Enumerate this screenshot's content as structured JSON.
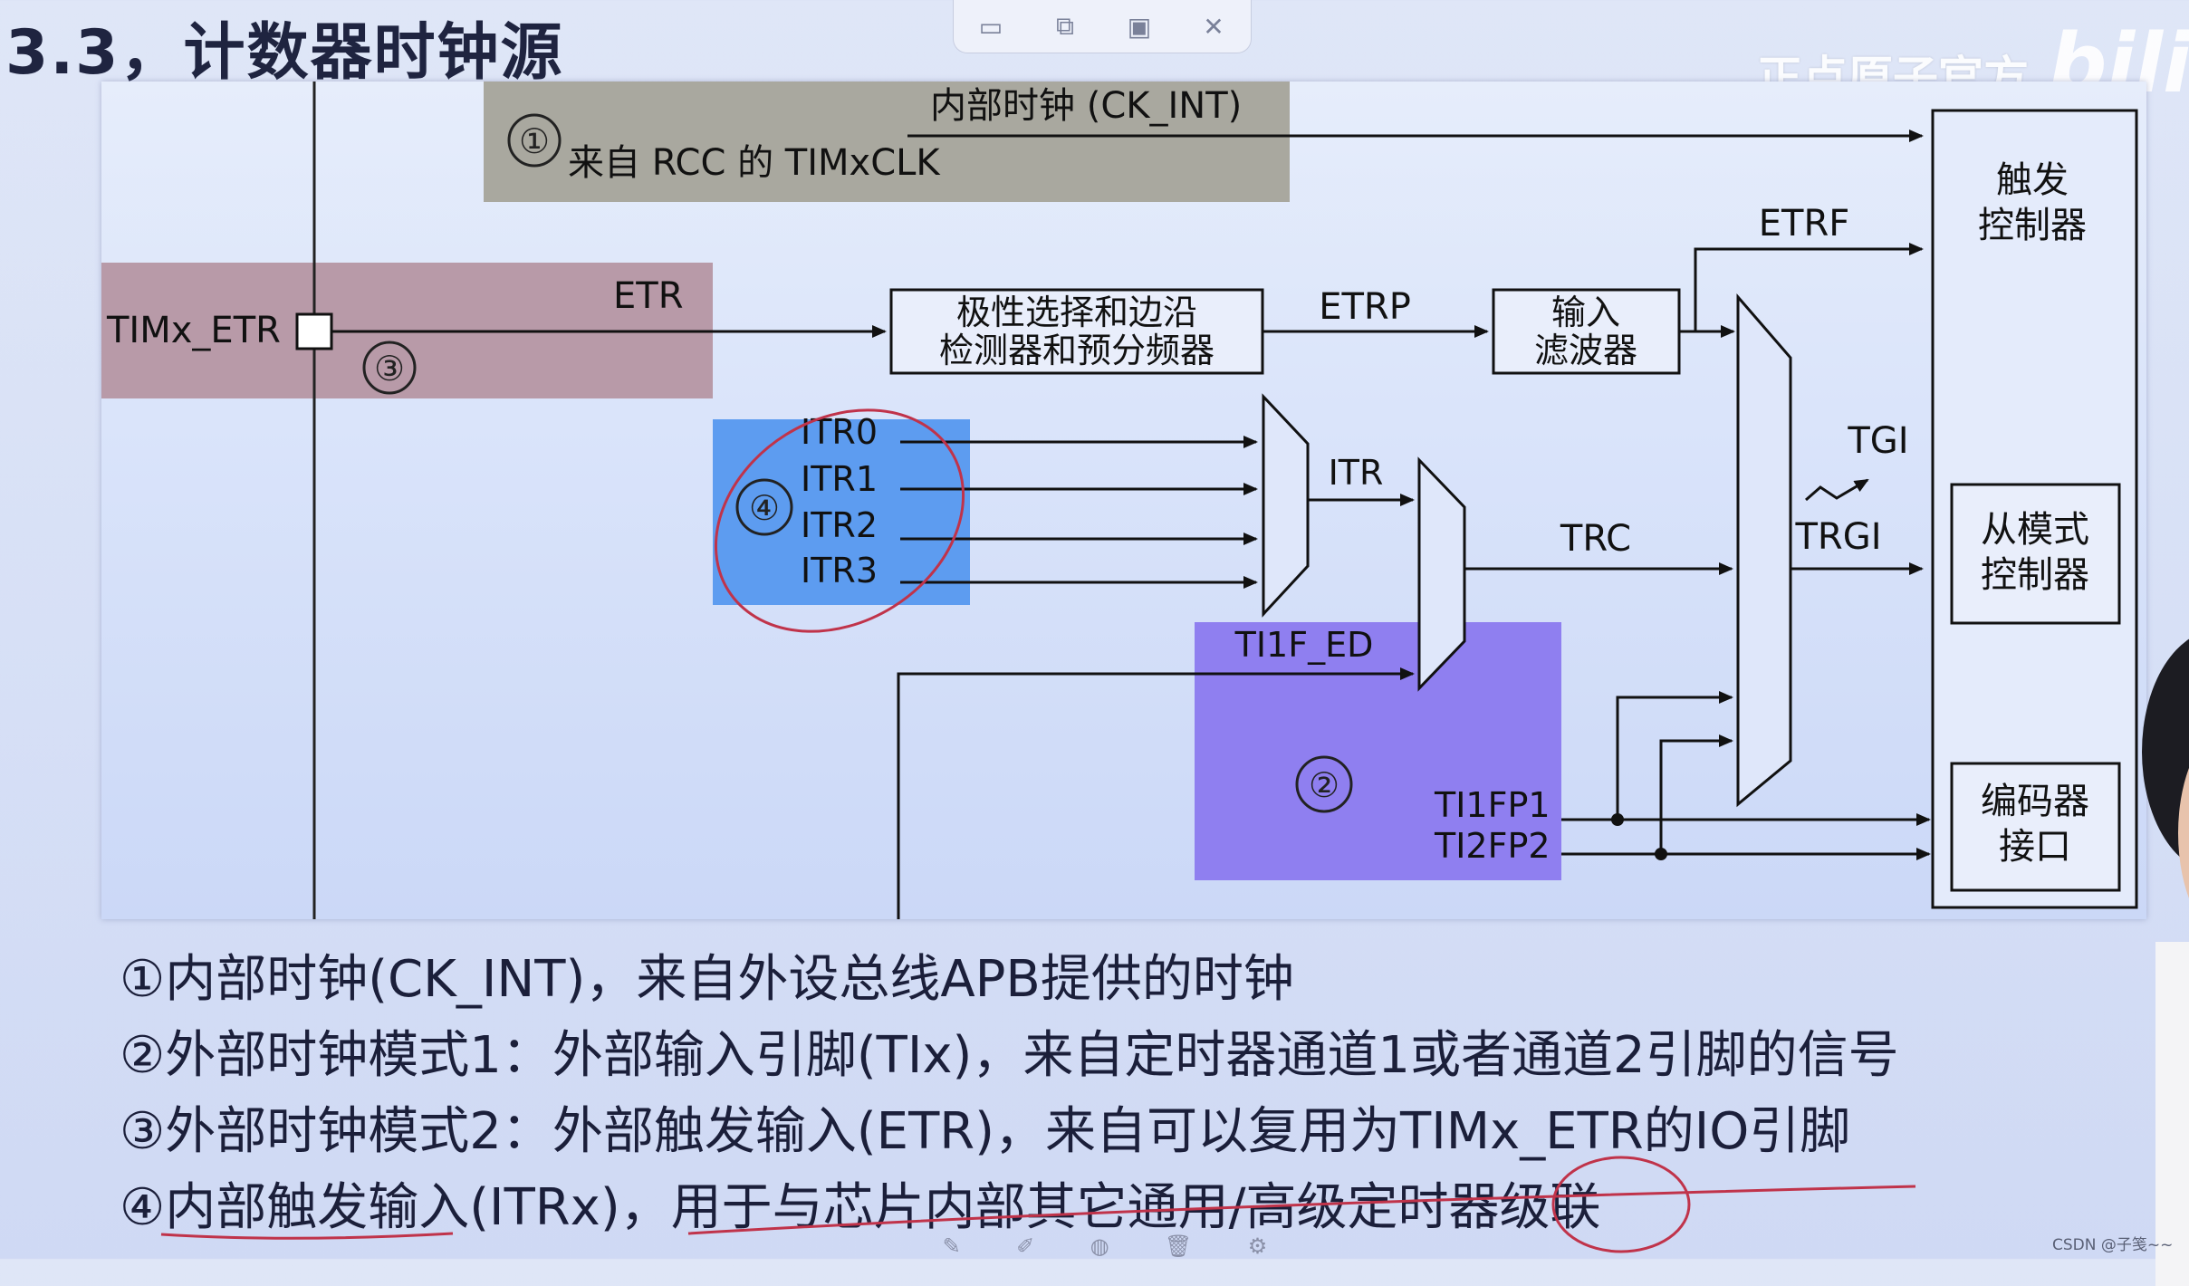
{
  "title": "3.3，计数器时钟源",
  "toolbar": {
    "icons": [
      "window-icon",
      "copy-icon",
      "save-icon",
      "close-icon"
    ]
  },
  "watermark": {
    "text": "正点原子官方",
    "logo": "bilibi"
  },
  "diagram": {
    "src1": {
      "num": "①",
      "ck_int": "内部时钟 (CK_INT)",
      "rcc": "来自 RCC 的 TIMxCLK"
    },
    "src3": {
      "pin": "TIMx_ETR",
      "etr": "ETR",
      "num": "③"
    },
    "polarity_box": {
      "line1": "极性选择和边沿",
      "line2": "检测器和预分频器"
    },
    "etrp": "ETRP",
    "filter_box": {
      "line1": "输入",
      "line2": "滤波器"
    },
    "etrf": "ETRF",
    "src4": {
      "num": "④",
      "itr": [
        "ITR0",
        "ITR1",
        "ITR2",
        "ITR3"
      ]
    },
    "itr_label": "ITR",
    "trc": "TRC",
    "tgi": "TGI",
    "trgi": "TRGI",
    "ti1f_ed": "TI1F_ED",
    "src2": {
      "num": "②",
      "ti1fp1": "TI1FP1",
      "ti2fp2": "TI2FP2"
    },
    "trigger_ctrl": {
      "line1": "触发",
      "line2": "控制器"
    },
    "slave_ctrl": {
      "line1": "从模式",
      "line2": "控制器"
    },
    "encoder": {
      "line1": "编码器",
      "line2": "接口"
    }
  },
  "notes": [
    "①内部时钟(CK_INT)，来自外设总线APB提供的时钟",
    "②外部时钟模式1：外部输入引脚(TIx)，来自定时器通道1或者通道2引脚的信号",
    "③外部时钟模式2：外部触发输入(ETR)，来自可以复用为TIMx_ETR的IO引脚",
    "④内部触发输入(ITRx)，用于与芯片内部其它通用/高级定时器级联"
  ],
  "credit": "CSDN @子笺~~",
  "colors": {
    "src1_bg": "#a9a89f",
    "src3_bg": "#b89aa8",
    "src4_bg": "#5d9cf0",
    "src2_bg": "#8f7ff0",
    "annotation": "#c0334a"
  }
}
